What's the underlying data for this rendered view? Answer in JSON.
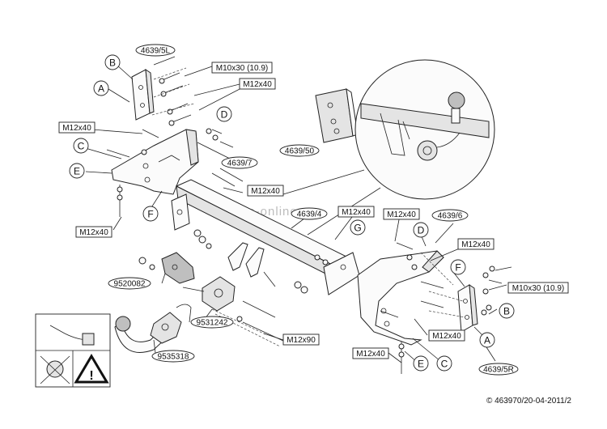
{
  "watermark": "farkop-online.ru",
  "footer": "© 463970/20-04-2011/2",
  "part_labels": {
    "p4639_5l": "4639/5L",
    "p4639_5r": "4639/5R",
    "p4639_7": "4639/7",
    "p4639_4": "4639/4",
    "p4639_6": "4639/6",
    "p4639_50": "4639/50",
    "p9520082": "9520082",
    "p9531242": "9531242",
    "p9535318": "9535318"
  },
  "bolt_labels": {
    "m10x30_top": "M10x30 (10.9)",
    "m10x30_right": "M10x30 (10.9)",
    "m12x40_top": "M12x40",
    "m12x40_left": "M12x40",
    "m12x40_mid": "M12x40",
    "m12x40_lower_left": "M12x40",
    "m12x40_center": "M12x40",
    "m12x40_center2": "M12x40",
    "m12x40_right": "M12x40",
    "m12x40_right2": "M12x40",
    "m12x40_bottom": "M12x40",
    "m12x90": "M12x90"
  },
  "letters": {
    "a_left": "A",
    "b_left": "B",
    "c_left": "C",
    "d_left": "D",
    "e_left": "E",
    "f_left": "F",
    "g_center": "G",
    "a_right": "A",
    "b_right": "B",
    "c_right": "C",
    "d_right": "D",
    "e_right": "E",
    "f_right": "F"
  },
  "warning_symbol": "!"
}
